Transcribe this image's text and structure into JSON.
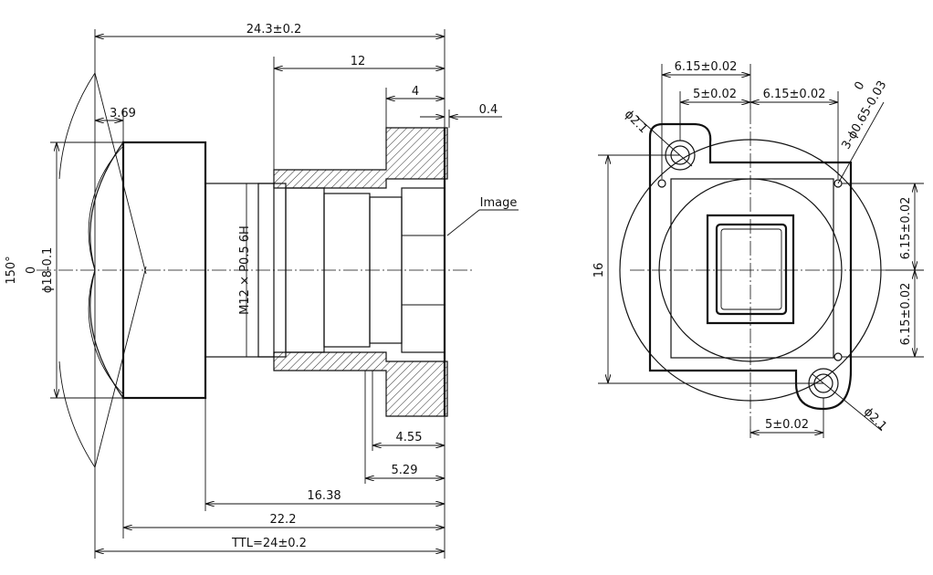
{
  "side_view": {
    "dims": {
      "overall_width": "24.3±0.2",
      "barrel_len": "12",
      "flange": "4",
      "flange_gap": "0.4",
      "front_sag": "3.69",
      "image_label": "Image",
      "thread": "M12 × P0.5 6H",
      "fov": "150°",
      "front_dia_tol_top": "0",
      "front_dia": "ϕ18-0.1",
      "d_455": "4.55",
      "d_529": "5.29",
      "d_1638": "16.38",
      "d_222": "22.2",
      "ttl": "TTL=24±0.2"
    }
  },
  "front_view": {
    "dims": {
      "top_1": "6.15±0.02",
      "top_2": "5±0.02",
      "top_3": "6.15±0.02",
      "hole_dia_tl": "ϕ2.1",
      "holes": "3-ϕ0.65-0.03",
      "holes_tol_top": "0",
      "height": "16",
      "right_1": "6.15±0.02",
      "right_2": "6.15±0.02",
      "bottom_1": "5±0.02",
      "hole_dia_br": "ϕ2.1"
    }
  }
}
